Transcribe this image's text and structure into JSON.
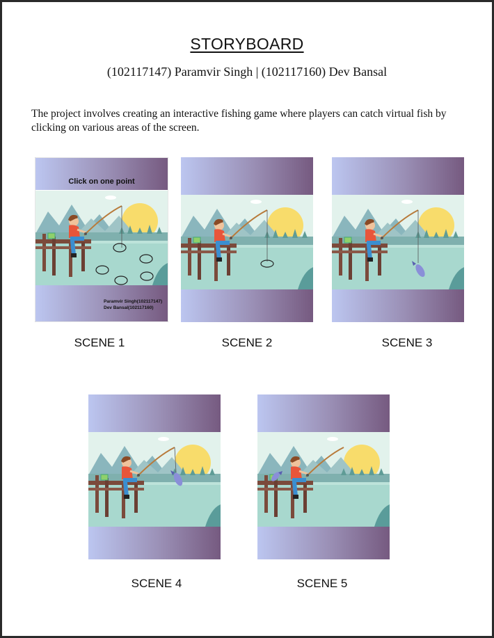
{
  "document": {
    "title": "STORYBOARD",
    "authors": "(102117147) Paramvir Singh | (102117160) Dev Bansal",
    "description": "The project involves creating an interactive fishing game where players can catch virtual fish by clicking on various areas of the screen."
  },
  "scenes": [
    {
      "label": "SCENE 1",
      "overlay_title": "Click on one point",
      "credit_line1": "Paramvir Singh(102117147)",
      "credit_line2": "Dev Bansal(102117160)"
    },
    {
      "label": "SCENE 2"
    },
    {
      "label": "SCENE 3"
    },
    {
      "label": "SCENE 4"
    },
    {
      "label": "SCENE 5"
    }
  ],
  "colors": {
    "gradient_start": "#b9c3ee",
    "gradient_end": "#7a5d84",
    "sky": "#dff0ea",
    "water": "#a9d9cf",
    "sun": "#f7dd6a",
    "mountain": "#8fb9c0",
    "dock": "#7a4a3c",
    "shirt": "#e8553a",
    "pants": "#3c8fd0"
  }
}
